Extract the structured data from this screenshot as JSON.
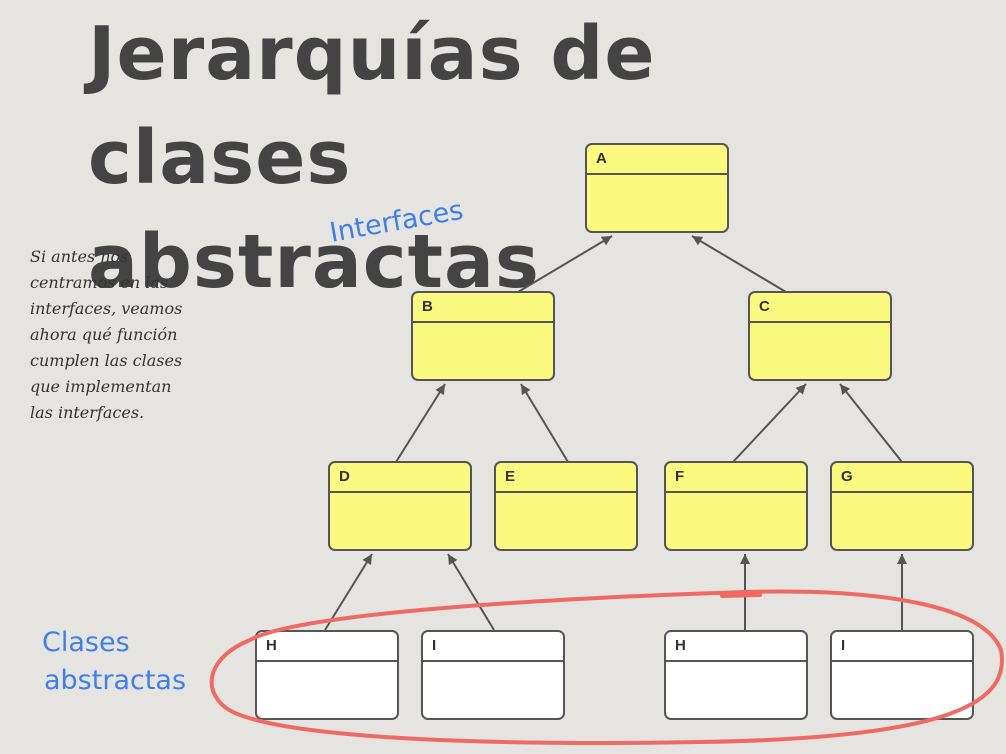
{
  "slide": {
    "title_line1": "Jerarquías de clases",
    "title_line2": "abstractas",
    "note_lines": [
      "Si antes nos",
      "centramos en las",
      "interfaces, veamos",
      "ahora qué función",
      "cumplen las clases",
      "que implementan",
      "las interfaces."
    ],
    "label_interfaces": "Interfaces",
    "label_abstract_line1": "Clases",
    "label_abstract_line2": "abstractas"
  },
  "diagram": {
    "interfaces": [
      {
        "name": "A"
      },
      {
        "name": "B"
      },
      {
        "name": "C"
      },
      {
        "name": "D"
      },
      {
        "name": "E"
      },
      {
        "name": "F"
      },
      {
        "name": "G"
      }
    ],
    "abstract_classes": [
      {
        "name": "H"
      },
      {
        "name": "I"
      },
      {
        "name": "H"
      },
      {
        "name": "I"
      }
    ],
    "relations": [
      [
        "B",
        "A"
      ],
      [
        "C",
        "A"
      ],
      [
        "D",
        "B"
      ],
      [
        "E",
        "B"
      ],
      [
        "F",
        "C"
      ],
      [
        "G",
        "C"
      ],
      [
        "H1",
        "D"
      ],
      [
        "I1",
        "D"
      ],
      [
        "H2",
        "F"
      ],
      [
        "I2",
        "G"
      ]
    ],
    "colors": {
      "interface_fill": "#fafa80",
      "abstract_fill": "#ffffff",
      "highlight": "#f06a64",
      "handwriting": "#3f7fe8"
    }
  }
}
